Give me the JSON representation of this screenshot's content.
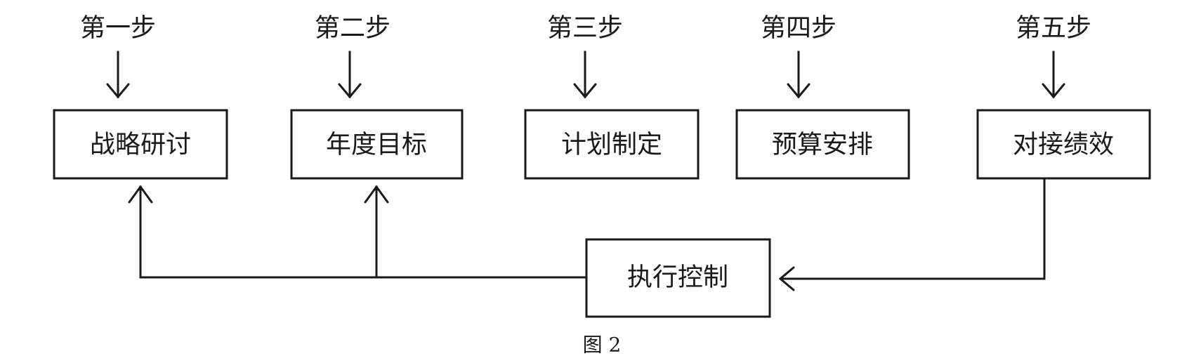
{
  "steps": [
    {
      "step_label": "第一步",
      "box_label": "战略研讨"
    },
    {
      "step_label": "第二步",
      "box_label": "年度目标"
    },
    {
      "step_label": "第三步",
      "box_label": "计划制定"
    },
    {
      "step_label": "第四步",
      "box_label": "预算安排"
    },
    {
      "step_label": "第五步",
      "box_label": "对接绩效"
    }
  ],
  "control": {
    "label": "执行控制"
  },
  "caption": "图 2",
  "colors": {
    "stroke": "#1a1a1a",
    "background": "#ffffff"
  }
}
